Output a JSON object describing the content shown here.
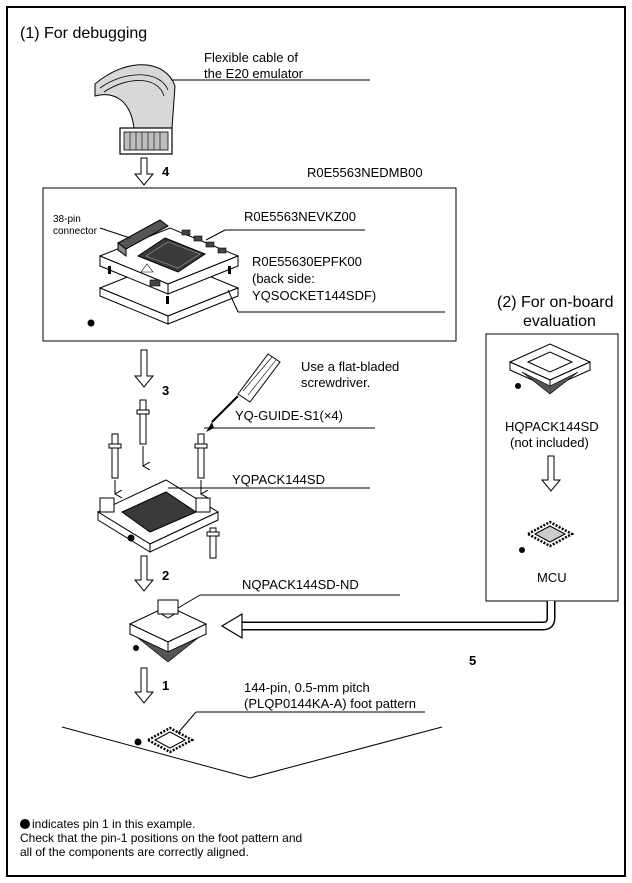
{
  "section_debug": "(1) For debugging",
  "section_onboard_line1": "(2) For on-board",
  "section_onboard_line2": "evaluation",
  "cable_label_line1": "Flexible cable of",
  "cable_label_line2": "the E20 emulator",
  "board_set_label": "R0E5563NEDMB00",
  "connector_label_line1": "38-pin",
  "connector_label_line2": "connector",
  "nevkz_label": "R0E5563NEVKZ00",
  "epfk_label_line1": "R0E55630EPFK00",
  "epfk_label_line2": "(back side:",
  "epfk_label_line3": "YQSOCKET144SDF)",
  "screwdriver_label_line1": "Use a flat-bladed",
  "screwdriver_label_line2": "screwdriver.",
  "guide_label": "YQ-GUIDE-S1(×4)",
  "yqpack_label": "YQPACK144SD",
  "nqpack_label": "NQPACK144SD-ND",
  "hqpack_label_line1": "HQPACK144SD",
  "hqpack_label_line2": "(not included)",
  "mcu_label": "MCU",
  "foot_label_line1": "144-pin, 0.5-mm pitch",
  "foot_label_line2": "(PLQP0144KA-A) foot pattern",
  "step_4": "4",
  "step_3": "3",
  "step_2": "2",
  "step_1": "1",
  "step_5": "5",
  "note_line1": "indicates pin 1 in this example.",
  "note_line2": "Check that the pin-1 positions on the foot pattern and",
  "note_line3": "all of the components are correctly aligned."
}
